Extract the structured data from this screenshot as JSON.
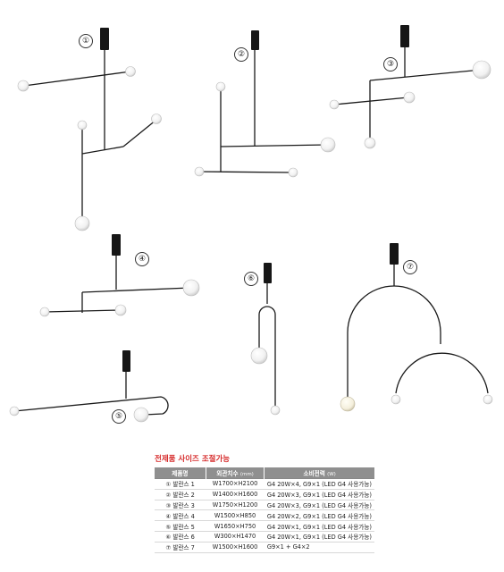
{
  "labels": [
    "①",
    "②",
    "③",
    "④",
    "⑤",
    "⑥",
    "⑦"
  ],
  "caption": "전제품 사이즈 조절가능",
  "table": {
    "headers": [
      "제품명",
      "외관치수",
      "소비전력"
    ],
    "header_units": [
      "",
      "(mm)",
      "(W)"
    ],
    "rows": [
      [
        "① 발란스 1",
        "W1700×H2100",
        "G4 20W×4, G9×1 (LED G4 사용가능)"
      ],
      [
        "② 발란스 2",
        "W1400×H1600",
        "G4 20W×3, G9×1 (LED G4 사용가능)"
      ],
      [
        "③ 발란스 3",
        "W1750×H1200",
        "G4 20W×3, G9×1 (LED G4 사용가능)"
      ],
      [
        "④ 발란스 4",
        "W1500×H850",
        "G4 20W×2, G9×1 (LED G4 사용가능)"
      ],
      [
        "⑤ 발란스 5",
        "W1650×H750",
        "G4 20W×1, G9×1 (LED G4 사용가능)"
      ],
      [
        "⑥ 발란스 6",
        "W300×H1470",
        "G4 20W×1, G9×1 (LED G4 사용가능)"
      ],
      [
        "⑦ 발란스 7",
        "W1500×H1600",
        "G9×1 + G4×2"
      ]
    ]
  }
}
